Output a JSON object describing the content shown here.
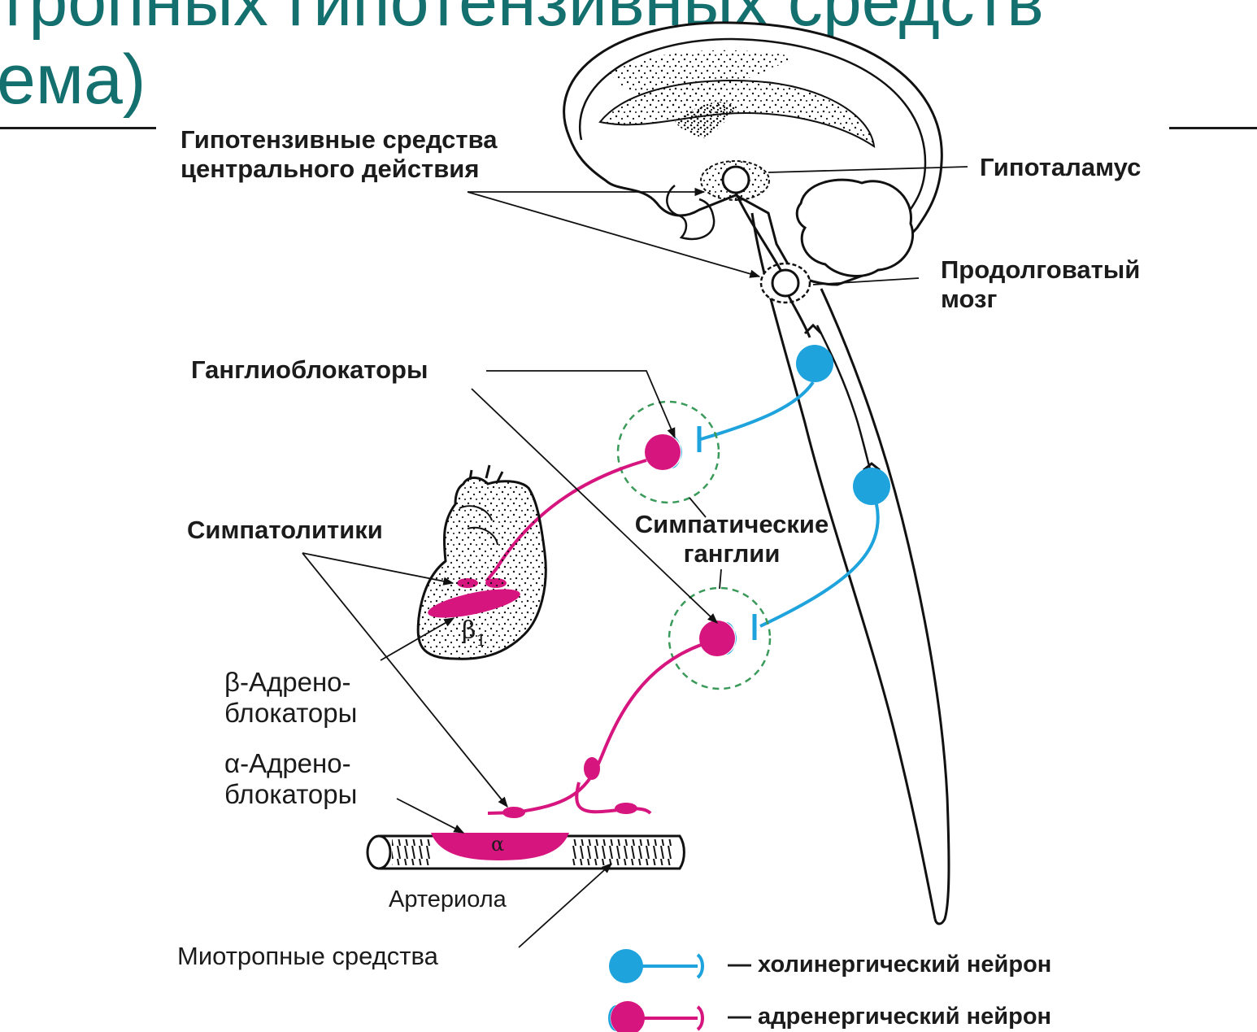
{
  "slide_title": {
    "line1": "тропных гипотензивных средств",
    "line2": "ема)"
  },
  "colors": {
    "title": "#13706e",
    "cholinergic": "#1ea3dd",
    "adrenergic": "#d6157f",
    "ganglion_outline": "#3a9a5a",
    "ink": "#1b1b1b"
  },
  "labels": {
    "central_drugs": [
      "Гипотензивные средства",
      "центрального действия"
    ],
    "hypothalamus": "Гипоталамус",
    "medulla": [
      "Продолговатый",
      "мозг"
    ],
    "ganglion_blockers": "Ганглиоблокаторы",
    "sympatholytics": "Симпатолитики",
    "sympathetic_ganglia": [
      "Симпатические",
      "ганглии"
    ],
    "beta_blockers": [
      "β-Адрено-",
      "блокаторы"
    ],
    "alpha_blockers": [
      "α-Адрено-",
      "блокаторы"
    ],
    "arteriole": "Артериола",
    "myotropic": "Миотропные средства",
    "beta1_receptor": "β",
    "beta1_subscript": "1",
    "alpha_receptor": "α"
  },
  "legend": [
    {
      "icon": "cholinergic-neuron-icon",
      "text": "— холинергический нейрон"
    },
    {
      "icon": "adrenergic-neuron-icon",
      "text": "— адренергический нейрон"
    }
  ]
}
